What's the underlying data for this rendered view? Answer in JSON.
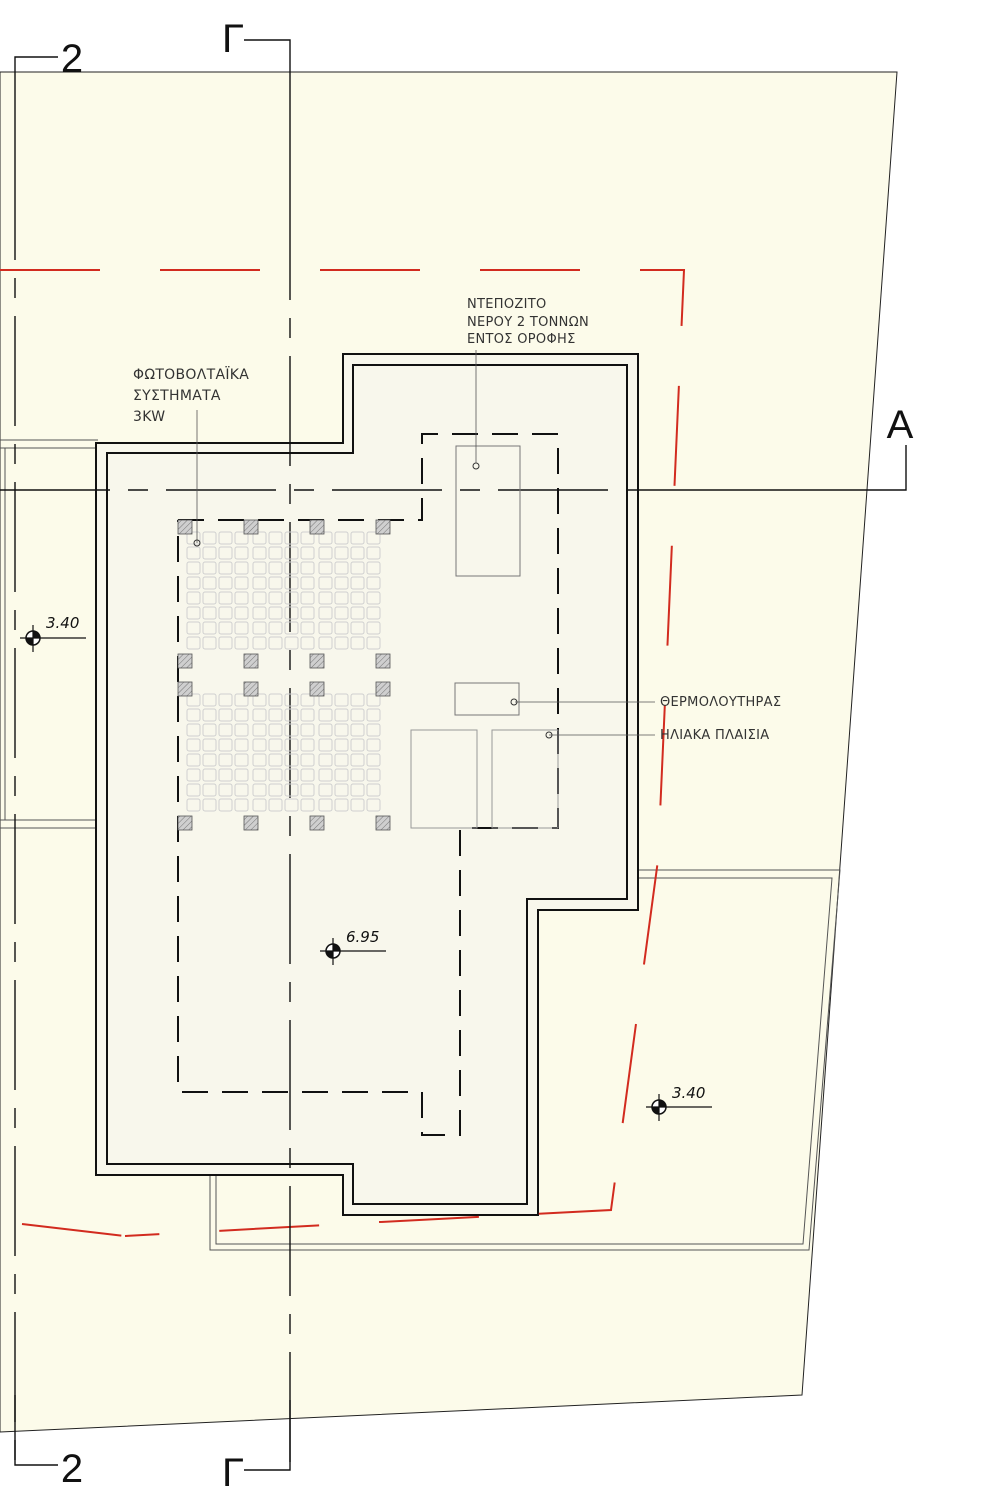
{
  "colors": {
    "site_fill": "#fcfbea",
    "wall": "#111111",
    "grid_cell": "#e4e4e4",
    "red_boundary": "#d22b1f",
    "leader": "#555555"
  },
  "sections": {
    "section_2": "2",
    "section_g": "Γ",
    "section_a": "A"
  },
  "labels": {
    "pv_line1": "ΦΩΤΟΒΟΛΤΑΪΚΑ",
    "pv_line2": "ΣΥΣΤΗΜΑΤΑ",
    "pv_line3": "3KW",
    "tank_line1": "ΝΤΕΠΟΖΙΤΟ",
    "tank_line2": "ΝΕΡΟΥ 2  ΤΟΝΝΩΝ",
    "tank_line3": "ΕΝΤΟΣ ΟΡΟΦΗΣ",
    "water_heater": "ΘΕΡΜΟΛΟΥΤΗΡΑΣ",
    "solar_panels": "ΗΛΙΑΚΑ ΠΛΑΙΣΙΑ"
  },
  "levels": {
    "left_terrace": "3.40",
    "roof": "6.95",
    "right_terrace": "3.40"
  }
}
